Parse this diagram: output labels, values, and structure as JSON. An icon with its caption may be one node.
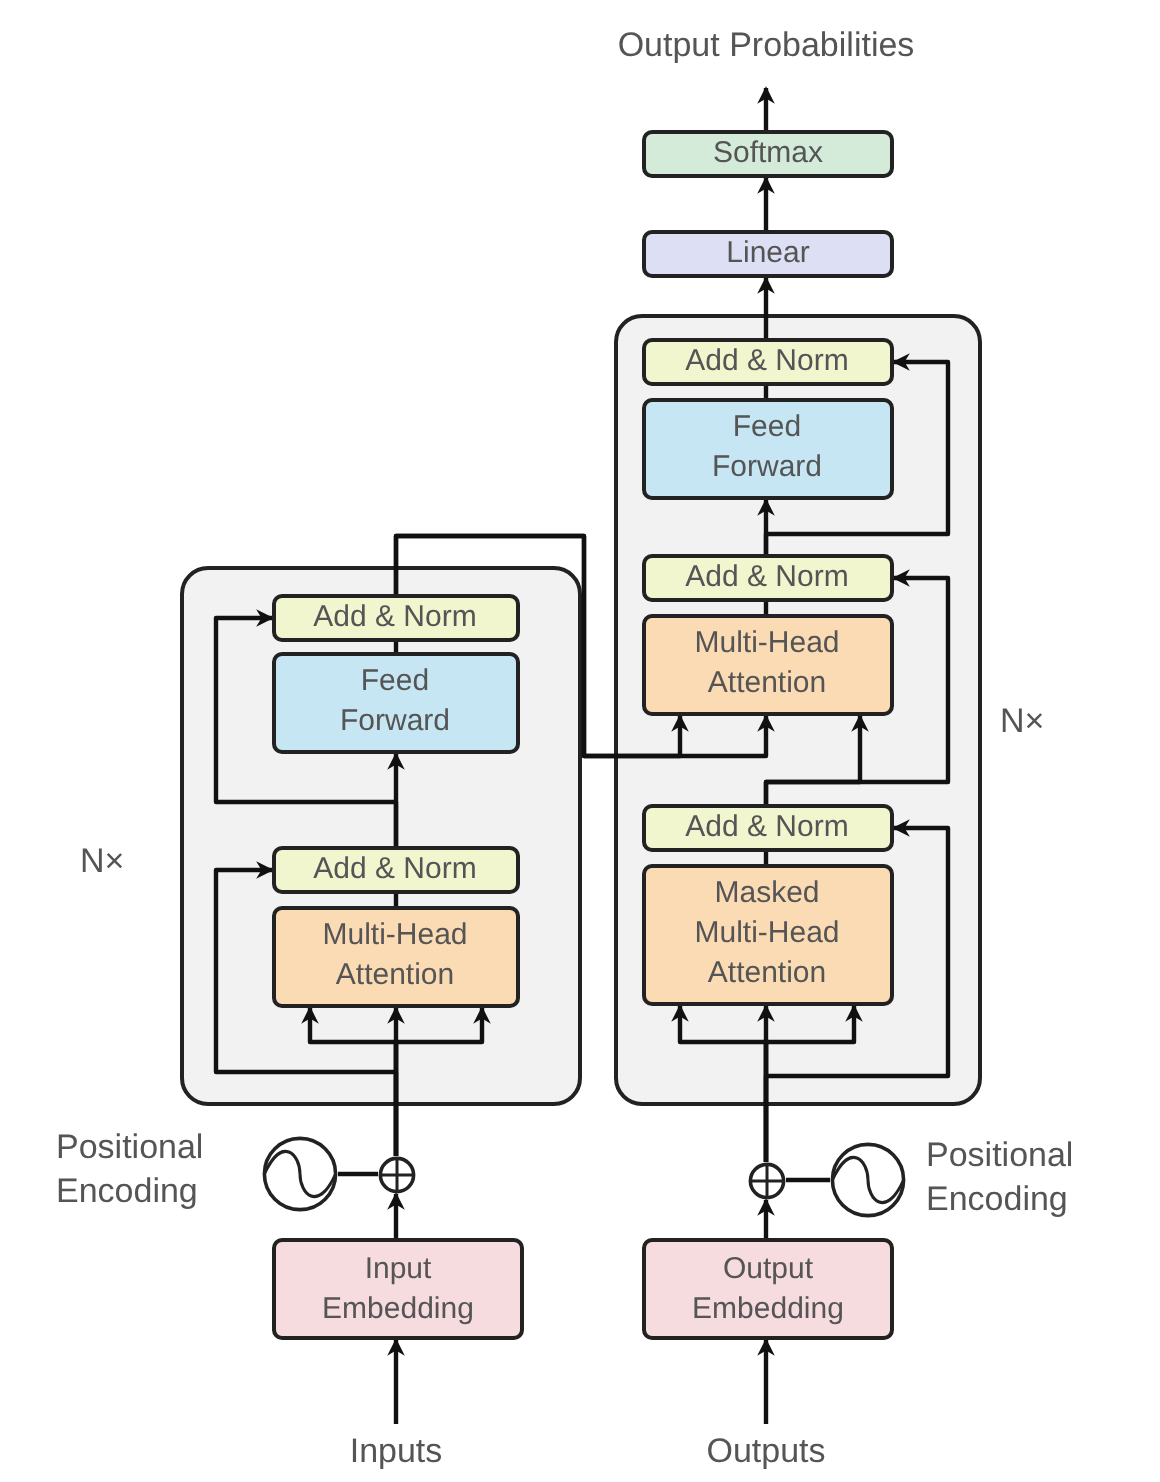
{
  "diagram": {
    "nodes": [
      {
        "text": [],
        "shape": "box",
        "beside": [
          "N×"
        ]
      },
      {
        "text": [
          "Add & Norm"
        ],
        "in": 0
      },
      {
        "text": [
          "Feed Forward"
        ],
        "in": 0
      },
      {
        "text": [
          "Add & Norm"
        ],
        "in": 0
      },
      {
        "text": [
          "Multi-Head Attention"
        ],
        "in": 0
      },
      {
        "text": [],
        "shape": "box",
        "beside": [
          "N×"
        ]
      },
      {
        "text": [
          "Add & Norm"
        ],
        "in": 5
      },
      {
        "text": [
          "Feed Forward"
        ],
        "in": 5
      },
      {
        "text": [
          "Add & Norm"
        ],
        "in": 5
      },
      {
        "text": [
          "Multi-Head Attention"
        ],
        "in": 5
      },
      {
        "text": [
          "Add & Norm"
        ],
        "in": 5
      },
      {
        "text": [
          "Masked Multi-Head Attention"
        ],
        "in": 5
      },
      {
        "text": [
          "Linear"
        ]
      },
      {
        "text": [
          "Softmax"
        ]
      },
      {
        "text": [
          "Output Probabilities"
        ]
      },
      {
        "text": [],
        "shape": "circle"
      },
      {
        "text": [],
        "shape": "circle",
        "beside": [
          "Positional Encoding"
        ]
      },
      {
        "text": [
          "Input Embedding"
        ]
      },
      {
        "text": [
          "Inputs"
        ]
      },
      {
        "text": [],
        "shape": "circle"
      },
      {
        "text": [],
        "shape": "circle",
        "beside": [
          "Positional Encoding"
        ]
      },
      {
        "text": [
          "Output Embedding"
        ]
      },
      {
        "text": [
          "Outputs"
        ]
      }
    ],
    "edges": [
      {
        "from": 18,
        "to": 17,
        "arrow": "to"
      },
      {
        "from": 17,
        "to": 15,
        "arrow": "to"
      },
      {
        "from": 16,
        "to": 15,
        "arrow": "none"
      },
      {
        "from": 15,
        "to": 4,
        "arrow": "to"
      },
      {
        "from": 15,
        "to": 3,
        "arrow": "to"
      },
      {
        "from": 4,
        "to": 3,
        "arrow": "none"
      },
      {
        "from": 3,
        "to": 2,
        "arrow": "to"
      },
      {
        "from": 3,
        "to": 1,
        "arrow": "to"
      },
      {
        "from": 2,
        "to": 1,
        "arrow": "none"
      },
      {
        "from": 1,
        "to": 9,
        "arrow": "to"
      },
      {
        "from": 10,
        "to": 9,
        "arrow": "to"
      },
      {
        "from": 22,
        "to": 21,
        "arrow": "to"
      },
      {
        "from": 21,
        "to": 19,
        "arrow": "to"
      },
      {
        "from": 20,
        "to": 19,
        "arrow": "none"
      },
      {
        "from": 19,
        "to": 11,
        "arrow": "to"
      },
      {
        "from": 19,
        "to": 10,
        "arrow": "to"
      },
      {
        "from": 11,
        "to": 10,
        "arrow": "none"
      },
      {
        "from": 10,
        "to": 8,
        "arrow": "to"
      },
      {
        "from": 9,
        "to": 8,
        "arrow": "none"
      },
      {
        "from": 8,
        "to": 7,
        "arrow": "to"
      },
      {
        "from": 8,
        "to": 6,
        "arrow": "to"
      },
      {
        "from": 7,
        "to": 6,
        "arrow": "none"
      },
      {
        "from": 6,
        "to": 12,
        "arrow": "to"
      },
      {
        "from": 12,
        "to": 13,
        "arrow": "to"
      },
      {
        "from": 13,
        "to": 14,
        "arrow": "to"
      },
      {
        "from": 15,
        "to": 4,
        "arrow": "to"
      },
      {
        "from": 15,
        "to": 4,
        "arrow": "to"
      },
      {
        "from": 1,
        "to": 9,
        "arrow": "to"
      },
      {
        "from": 19,
        "to": 11,
        "arrow": "to"
      },
      {
        "from": 19,
        "to": 11,
        "arrow": "to"
      }
    ]
  }
}
